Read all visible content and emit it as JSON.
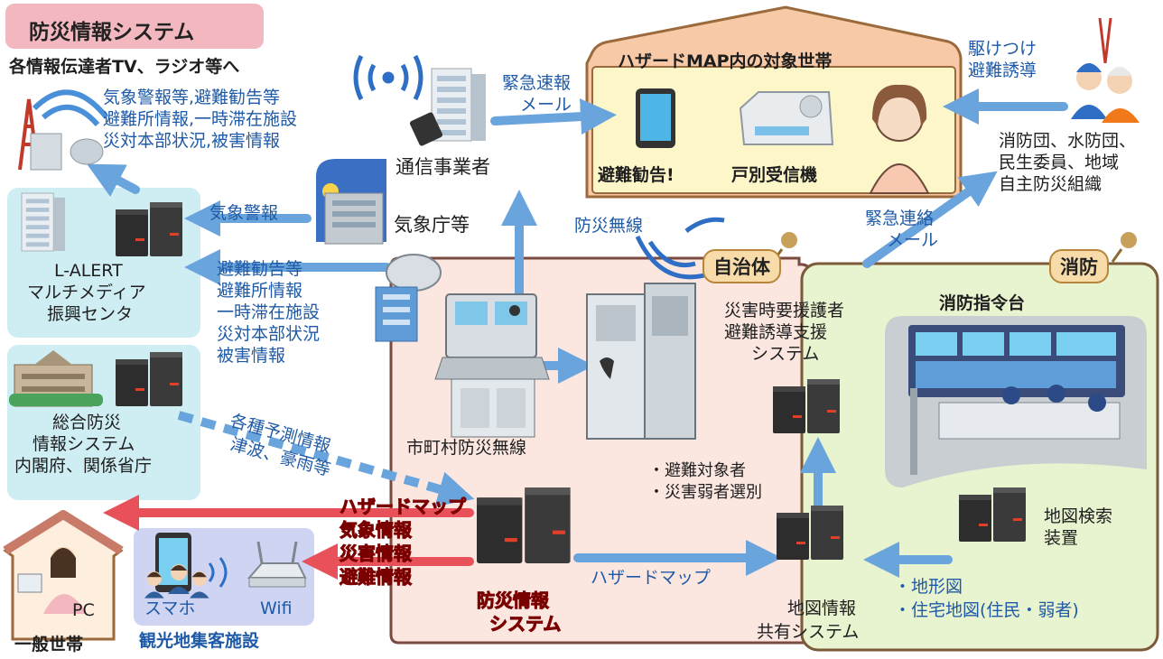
{
  "title": "防災情報システム",
  "tv_radio": "各情報伝達者TV、ラジオ等へ",
  "broadcast_info": [
    "気象警報等,避難勧告等",
    "避難所情報,一時滞在施設",
    "災対本部状況,被害情報"
  ],
  "telecom": "通信事業者",
  "emergency_mail": [
    "緊急速報",
    "メール"
  ],
  "hazard_households": "ハザードMAP内の対象世帯",
  "evacuation_advisory": "避難勧告!",
  "home_receiver": "戸別受信機",
  "rush_evacuation": [
    "駆けつけ",
    "避難誘導"
  ],
  "fire_corps": [
    "消防団、水防団、",
    "民生委員、地域",
    "自主防災組織"
  ],
  "emergency_contact_mail": [
    "緊急連絡",
    "メール"
  ],
  "weather_warning": "気象警報",
  "jma": "気象庁等",
  "lalert": [
    "L-ALERT",
    "マルチメディア",
    "振興センタ"
  ],
  "lalert_info": [
    "避難勧告等",
    "避難所情報",
    "一時滞在施設",
    "災対本部状況",
    "被害情報"
  ],
  "disaster_radio": "防災無線",
  "municipality_tag": "自治体",
  "fire_tag": "消防",
  "vulnerable_support": [
    "災害時要援護者",
    "避難誘導支援",
    "システム"
  ],
  "fire_command": "消防指令台",
  "comprehensive": [
    "総合防災",
    "情報システム",
    "内閣府、関係省庁"
  ],
  "forecast_info": [
    "各種予測情報",
    "津波、豪雨等"
  ],
  "municipal_radio": "市町村防災無線",
  "evac_targets": [
    "・避難対象者",
    "・災害弱者選別"
  ],
  "red_info": [
    "ハザードマップ",
    "気象情報",
    "災害情報",
    "避難情報"
  ],
  "hazard_map": "ハザードマップ",
  "disaster_info_system": [
    "防災情報",
    "システム"
  ],
  "map_search": [
    "地図検索",
    "装置"
  ],
  "map_share": [
    "地図情報",
    "共有システム"
  ],
  "terrain_maps": [
    "・地形図",
    "・住宅地図(住民・弱者)"
  ],
  "pc_label": "PC",
  "general_household": "一般世帯",
  "smartphone": "スマホ",
  "wifi": "Wifi",
  "tourist": "観光地集客施設"
}
